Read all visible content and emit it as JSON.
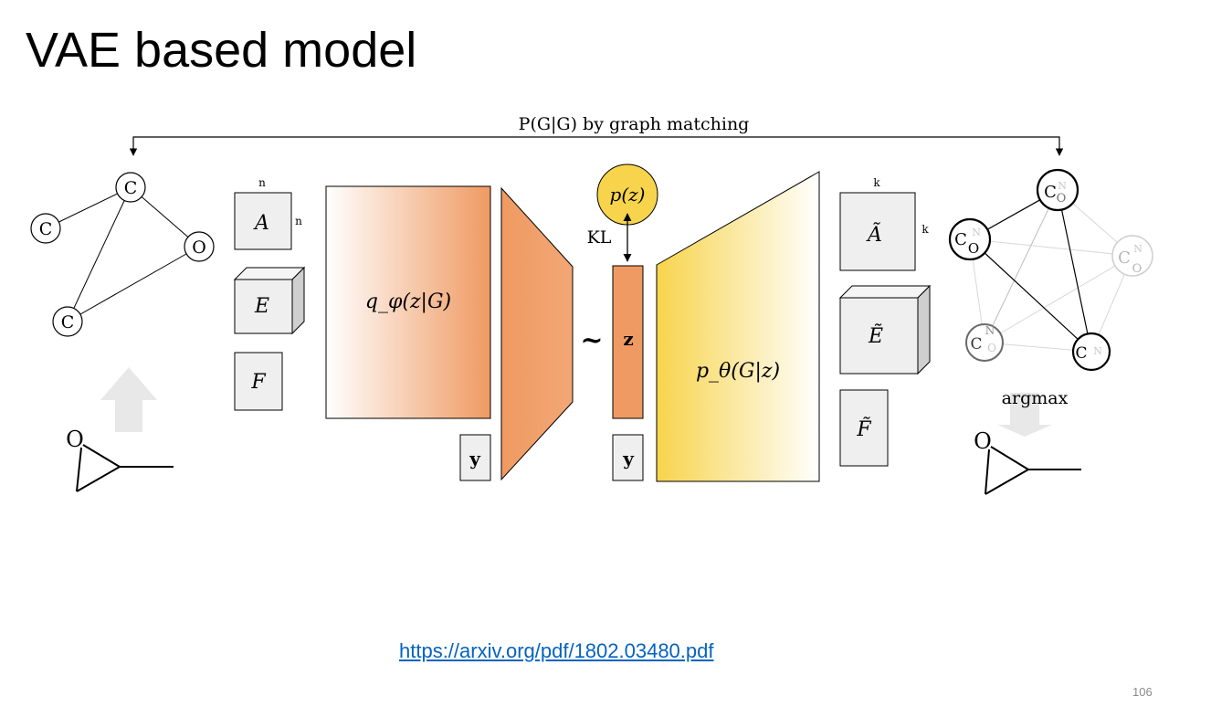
{
  "slide": {
    "title": "VAE based model",
    "link": "https://arxiv.org/pdf/1802.03480.pdf",
    "slide_number": "106"
  },
  "diagram": {
    "top_arrow_label": "P(G|G) by graph matching",
    "input_graph": {
      "nodes": [
        "C",
        "C",
        "O",
        "C"
      ]
    },
    "input_matrices": {
      "adjacency": "A",
      "edge_tensor": "E",
      "features": "F",
      "dim_n": "n"
    },
    "encoder_label": "q_φ(z|G)",
    "condition_label": "y",
    "prior_label": "p(z)",
    "kl_label": "KL",
    "tilde": "~",
    "latent_label": "z",
    "decoder_label": "p_θ(G|z)",
    "output_matrices": {
      "adjacency": "Ã",
      "edge_tensor": "Ẽ",
      "features": "F̃",
      "dim_k": "k"
    },
    "argmax_label": "argmax",
    "molecule_atom": "O",
    "output_graph": {
      "node_C": "C",
      "node_O": "O",
      "node_N": "N"
    }
  },
  "colors": {
    "encoder_orange": "#ef9a62",
    "decoder_yellow": "#f7d44c",
    "matrix_fill": "#efefef",
    "link_blue": "#0563c1"
  }
}
